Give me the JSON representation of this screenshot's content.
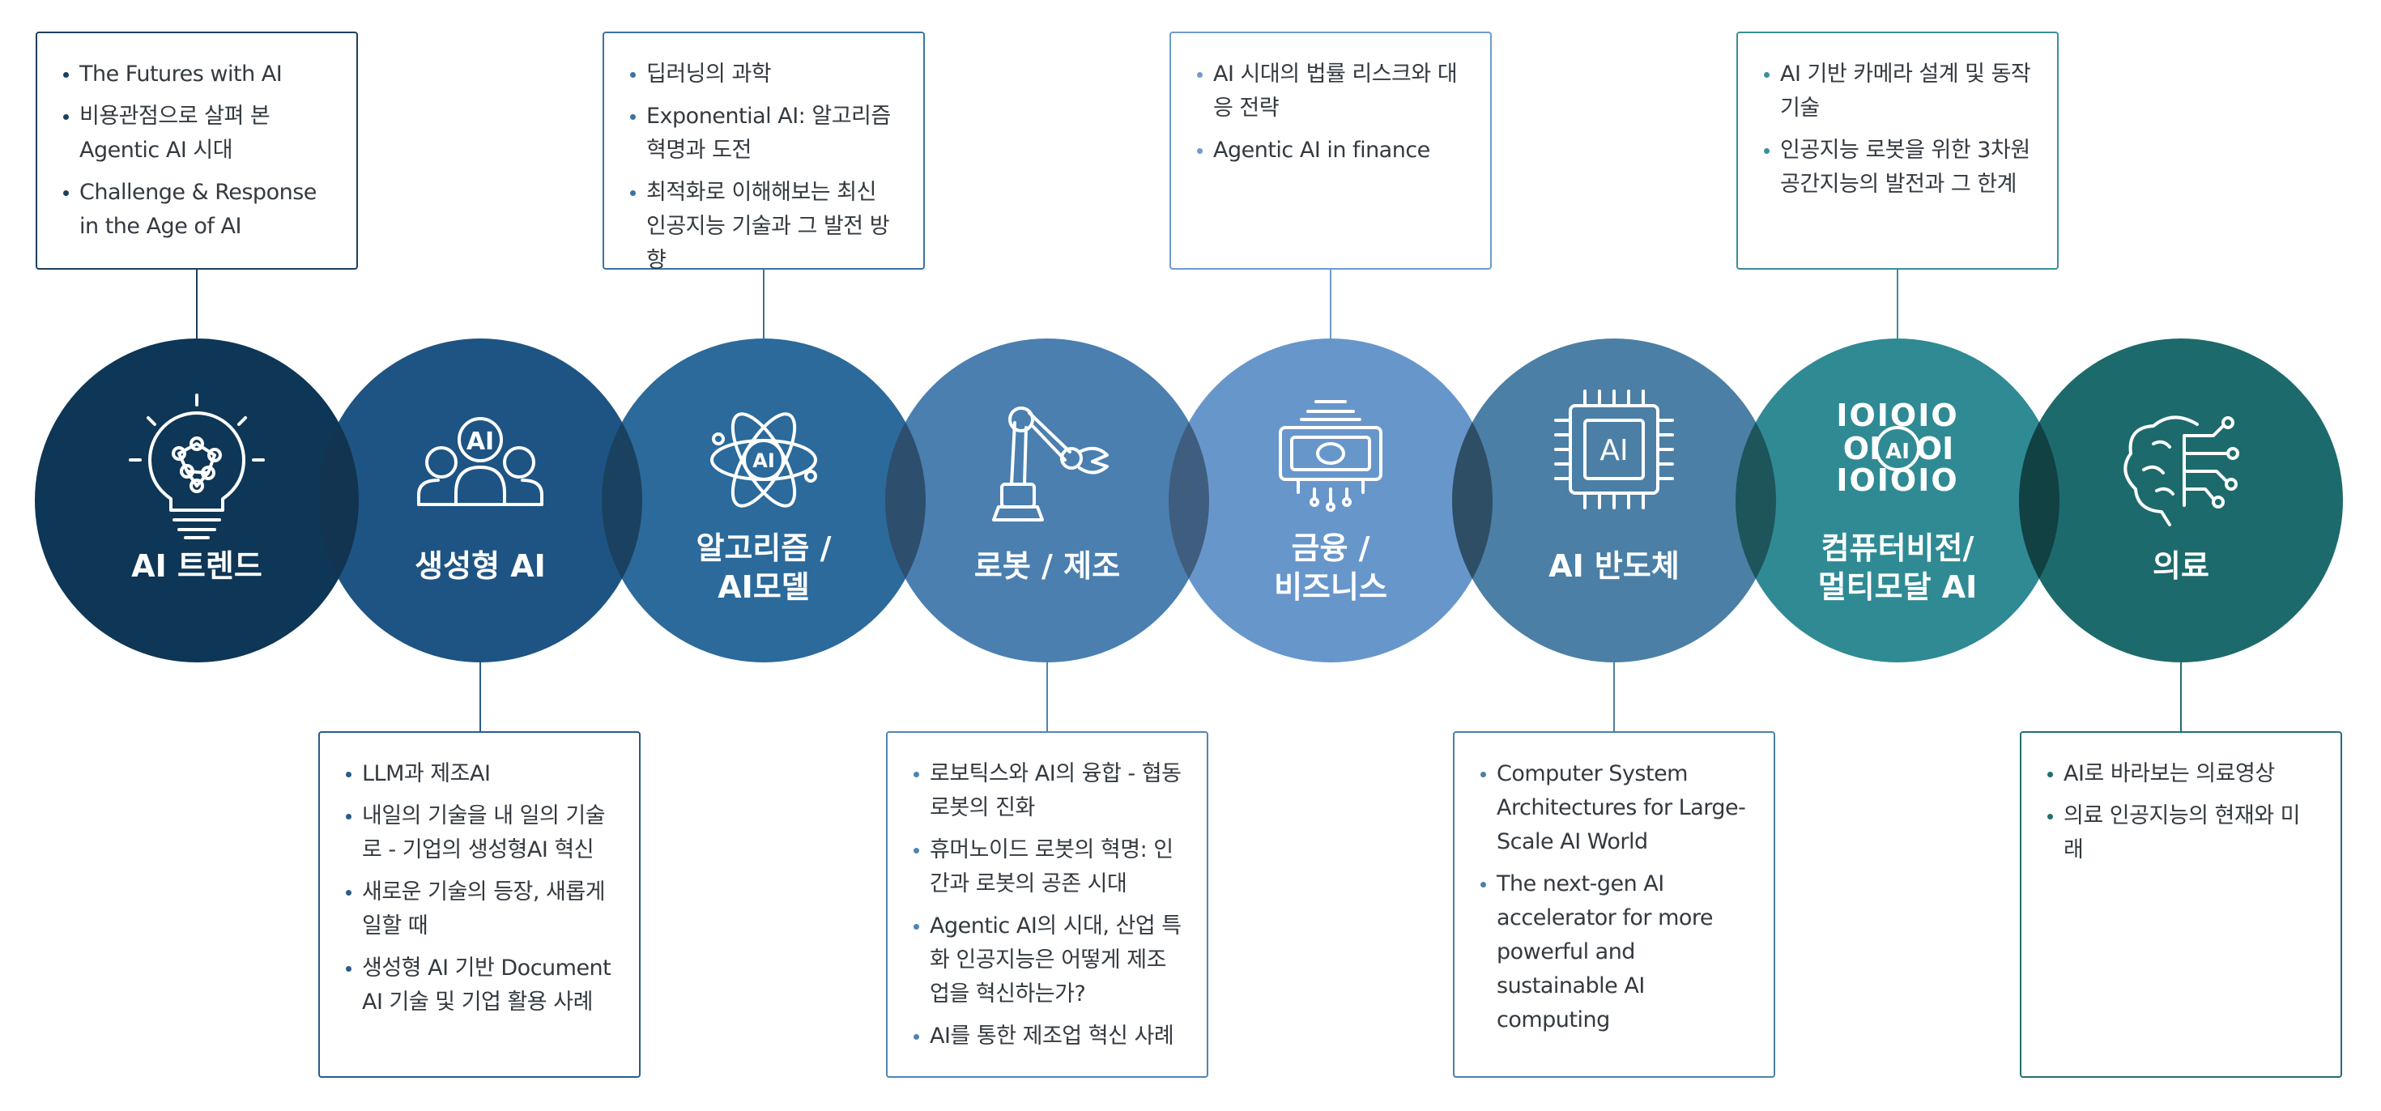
{
  "categories": [
    {
      "id": "trend",
      "label_lines": [
        "AI 트렌드"
      ],
      "icon": "lightbulb-brain-icon",
      "color": "#0e3656",
      "border": "#1d3f5e",
      "items": [
        "The Futures with AI",
        "비용관점으로 살펴 본 Agentic AI 시대",
        "Challenge & Response in the Age of AI"
      ]
    },
    {
      "id": "genai",
      "label_lines": [
        "생성형 AI"
      ],
      "icon": "ai-people-icon",
      "color": "#1e5483",
      "border": "#2a5c8a",
      "items": [
        "LLM과 제조AI",
        "내일의 기술을 내 일의 기술로 - 기업의 생성형AI 혁신",
        "새로운 기술의 등장, 새롭게 일할 때",
        "생성형 AI 기반 Document AI 기술 및 기업 활용 사례"
      ]
    },
    {
      "id": "algo",
      "label_lines": [
        "알고리즘 /",
        "AI모델"
      ],
      "icon": "ai-atom-icon",
      "color": "#2b6a9b",
      "border": "#3a73a2",
      "items": [
        "딥러닝의 과학",
        "Exponential AI: 알고리즘 혁명과 도전",
        "최적화로 이해해보는 최신 인공지능 기술과 그 발전 방향"
      ]
    },
    {
      "id": "robot",
      "label_lines": [
        "로봇 / 제조"
      ],
      "icon": "robot-arm-icon",
      "color": "#4a7fb0",
      "border": "#4f84b3",
      "items": [
        "로보틱스와 AI의 융합 - 협동 로봇의 진화",
        "휴머노이드 로봇의 혁명: 인간과 로봇의 공존 시대",
        "Agentic AI의 시대, 산업 특화 인공지능은 어떻게 제조업을 혁신하는가?",
        "AI를 통한 제조업 혁신 사례"
      ]
    },
    {
      "id": "finance",
      "label_lines": [
        "금융 /",
        "비즈니스"
      ],
      "icon": "money-tech-icon",
      "color": "#6796cb",
      "border": "#6f9bcd",
      "items": [
        "AI 시대의 법률 리스크와 대응 전략",
        "Agentic AI in finance"
      ]
    },
    {
      "id": "chip",
      "label_lines": [
        "AI 반도체"
      ],
      "icon": "ai-chip-icon",
      "color": "#4b7fa5",
      "border": "#4c80a6",
      "items": [
        "Computer System Architectures for Large-Scale AI World",
        "The next-gen AI accelerator for more powerful and sustainable AI computing"
      ]
    },
    {
      "id": "vision",
      "label_lines": [
        "컴퓨터비전/",
        "멀티모달 AI"
      ],
      "icon": "binary-ai-icon",
      "color": "#2f8a94",
      "border": "#3a8f98",
      "items": [
        "AI 기반 카메라 설계 및 동작 기술",
        "인공지능 로봇을 위한 3차원 공간지능의 발전과 그 한계"
      ]
    },
    {
      "id": "medical",
      "label_lines": [
        "의료"
      ],
      "icon": "brain-circuit-icon",
      "color": "#1d6a6c",
      "border": "#246e70",
      "items": [
        "AI로 바라보는 의료영상",
        "의료 인공지능의 현재와 미래"
      ]
    }
  ]
}
